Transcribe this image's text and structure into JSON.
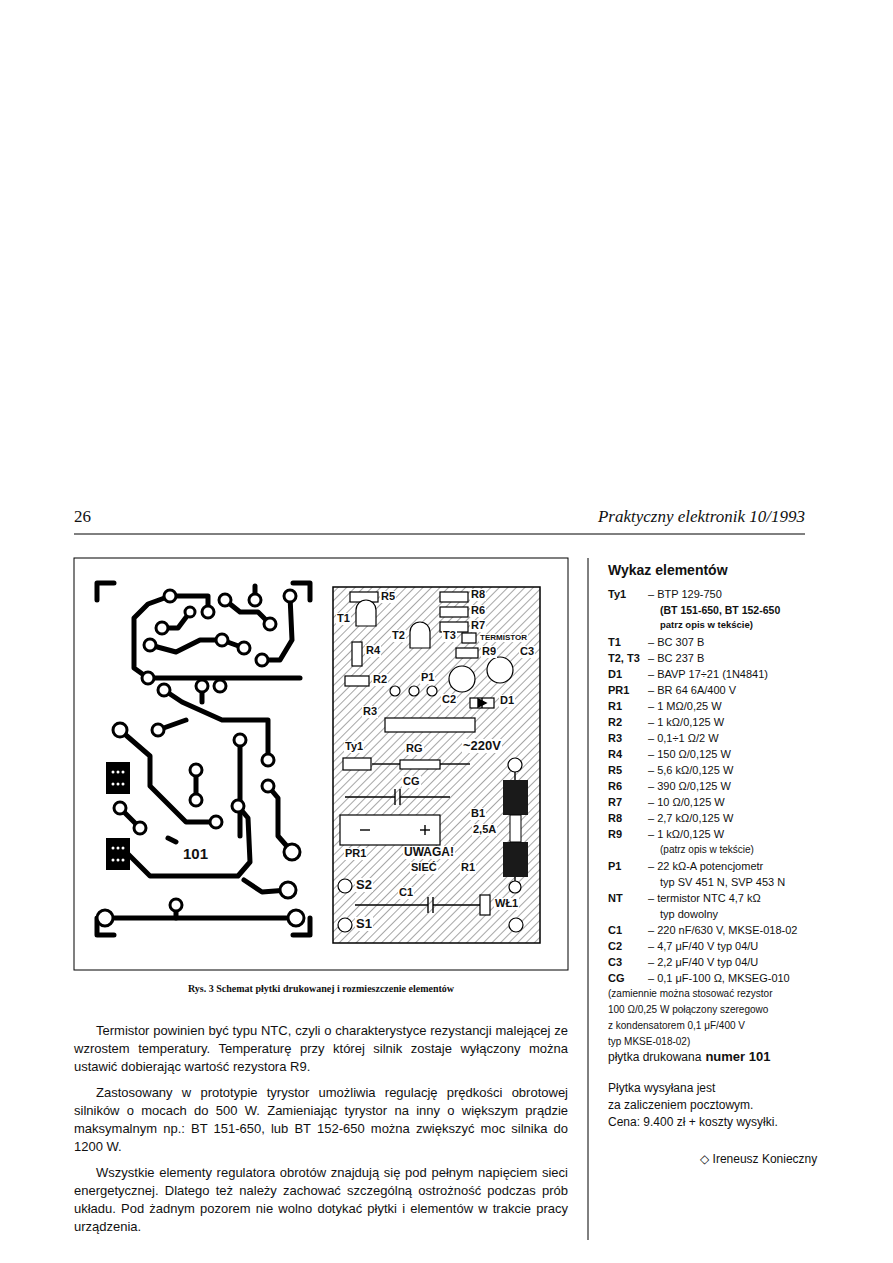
{
  "diagram": {
    "title": "Wykaz elementów",
    "caption": "Rys. 3 Schemat płytki drukowanej i rozmieszczenie elementów",
    "labels": [
      "26",
      "Praktyczny elektronik 10/1993",
      "R5",
      "R8",
      "R6",
      "R7",
      "T1",
      "T2",
      "T3",
      "TERMISTOR",
      "R9",
      "C3",
      "R4",
      "R2",
      "P1",
      "C2",
      "D1",
      "R3",
      "Ty1",
      "RG",
      "~220V",
      "CG",
      "B1",
      "2,5A",
      "PR1",
      "UWAGA!",
      "SIEĆ",
      "R1",
      "S2",
      "C1",
      "WŁ1",
      "S1",
      "101",
      "Termistor powinien być typu NTC, czyli o charakterystyce rezystancji malejącej ze wzrostem temperatury. Temperaturę przy której silnik zostaje wyłączony można ustawić dobierając wartość rezystora R9.",
      "Zastosowany w prototypie tyrystor umożliwia regulację prędkości obrotowej silników o mocach do 500 W. Zamieniając tyrystor na inny o większym prądzie maksymalnym np.: BT 151-650, lub BT 152-650 można zwiększyć moc silnika do 1200 W.",
      "Wszystkie elementy regulatora obrotów znajdują się pod pełnym napięciem sieci energetycznej. Dlatego też należy zachować szczególną ostrożność podczas prób układu. Pod żadnym pozorem nie wolno dotykać płytki i elementów w trakcie pracy urządzenia.",
      "Ty1",
      "– BTP 129-750",
      "(BT 151-650, BT 152-650",
      "patrz opis w tekście)",
      "T1",
      "– BC 307 B",
      "T2, T3",
      "– BC 237 B",
      "D1",
      "– BAVP 17÷21 (1N4841)",
      "PR1",
      "– BR 64 6A/400 V",
      "R1",
      "– 1 MΩ/0,25 W",
      "R2",
      "– 1 kΩ/0,125 W",
      "R3",
      "– 0,1÷1 Ω/2 W",
      "R4",
      "– 150 Ω/0,125 W",
      "R5",
      "– 5,6 kΩ/0,125 W",
      "R6",
      "– 390 Ω/0,125 W",
      "R7",
      "– 10 Ω/0,125 W",
      "R8",
      "– 2,7 kΩ/0,125 W",
      "R9",
      "– 1 kΩ/0,125 W",
      "(patrz opis w tekście)",
      "P1",
      "– 22 kΩ-A potencjometr",
      "typ SV 451 N, SVP 453 N",
      "NT",
      "– termistor NTC 4,7 kΩ",
      "typ dowolny",
      "C1",
      "– 220 nF/630 V, MKSE-018-02",
      "C2",
      "– 4,7 μF/40 V typ 04/U",
      "C3",
      "– 2,2 μF/40 V typ 04/U",
      "CG",
      "– 0,1 μF-100 Ω, MKSEG-010",
      "(zamiennie można stosować rezystor",
      "100 Ω/0,25 W połączony szeregowo",
      "z kondensatorem 0,1 μF/400 V",
      "typ MKSE-018-02)",
      "płytka drukowana",
      "numer 101",
      "Płytka wysyłana jest",
      "za zaliczeniem pocztowym.",
      "Cena: 9.400 zł + koszty wysyłki.",
      "◇ Ireneusz Konieczny"
    ]
  }
}
